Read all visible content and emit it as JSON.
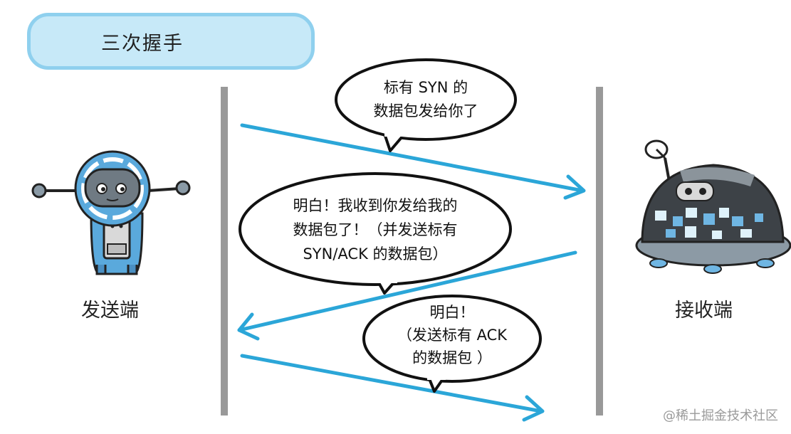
{
  "title": "三次握手",
  "sender": {
    "label": "发送端",
    "icon": "robot-icon"
  },
  "receiver": {
    "label": "接收端",
    "icon": "robot-rover-icon"
  },
  "bubbles": {
    "syn": {
      "line1": "标有 SYN 的",
      "line2": "数据包发给你了"
    },
    "synack": {
      "line1": "明白！我收到你发给我的",
      "line2": "数据包了！（并发送标有",
      "line3": "SYN/ACK 的数据包）"
    },
    "ack": {
      "line1": "明白！",
      "line2": "（发送标有 ACK",
      "line3": "的数据包 ）"
    }
  },
  "colors": {
    "arrow": "#2ba6d8",
    "title_fill": "#c7e9f8",
    "title_border": "#8fd0ee",
    "lifeline": "#999999"
  },
  "watermark": "@稀土掘金技术社区"
}
